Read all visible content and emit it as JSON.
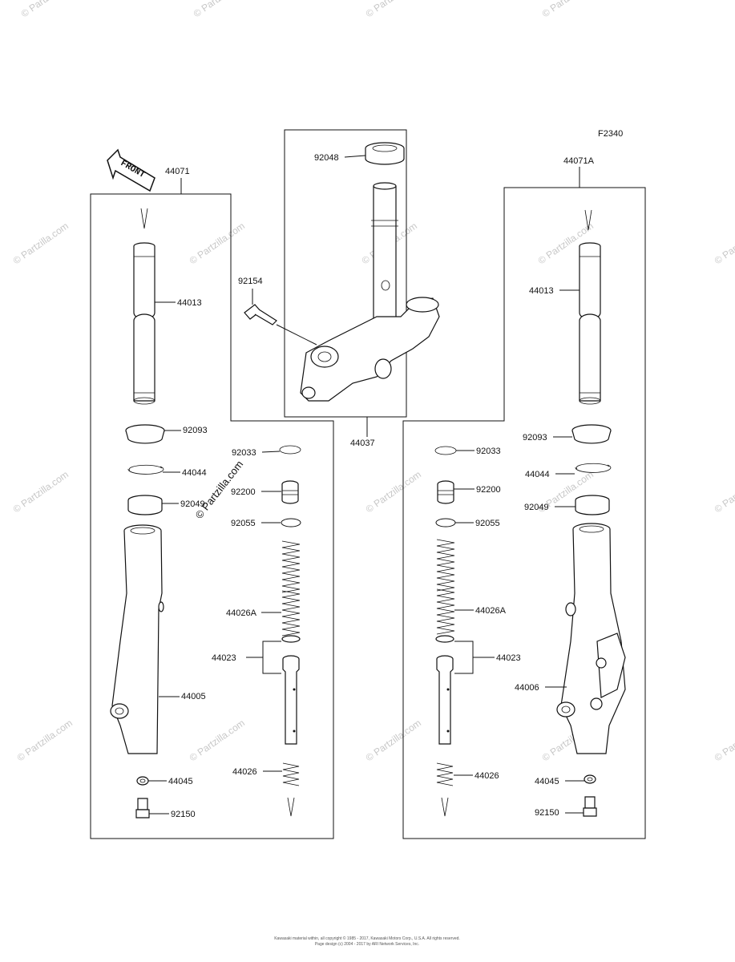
{
  "diagram": {
    "figure_code": "F2340",
    "front_label": "FRONT",
    "watermark": "© Partzilla.com",
    "copyright_line1": "Kawasaki material within, all copyright © 1985 - 2017, Kawasaki Motors Corp., U.S.A. All rights reserved.",
    "copyright_line2": "Page design (c) 2004 - 2017 by ARI Network Services, Inc.",
    "labels": {
      "p44071": "44071",
      "p44071A": "44071A",
      "p92048": "92048",
      "p92154": "92154",
      "p44037": "44037",
      "p44013_left": "44013",
      "p44013_right": "44013",
      "p92093_left": "92093",
      "p92093_right": "92093",
      "p44044_left": "44044",
      "p44044_right": "44044",
      "p92049_left": "92049",
      "p92049_right": "92049",
      "p44005": "44005",
      "p44006": "44006",
      "p44045_left": "44045",
      "p44045_right": "44045",
      "p92150_left": "92150",
      "p92150_right": "92150",
      "p92033_left": "92033",
      "p92033_right": "92033",
      "p92200_left": "92200",
      "p92200_right": "92200",
      "p92055_left": "92055",
      "p92055_right": "92055",
      "p44026A_left": "44026A",
      "p44026A_right": "44026A",
      "p44023_left": "44023",
      "p44023_right": "44023",
      "p44026_left": "44026",
      "p44026_right": "44026"
    }
  }
}
